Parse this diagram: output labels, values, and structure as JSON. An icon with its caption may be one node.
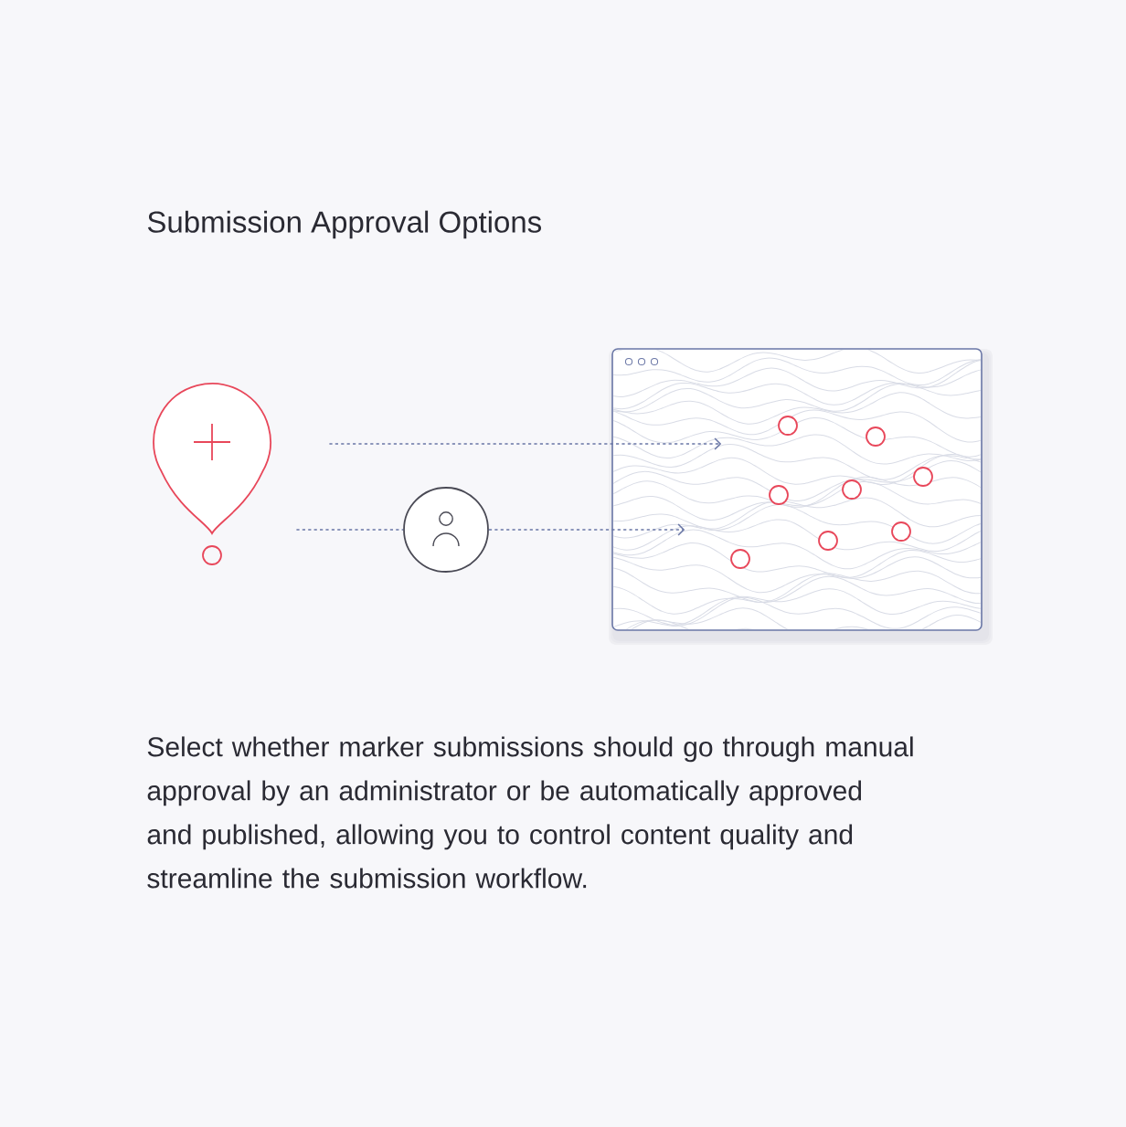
{
  "diagram": {
    "title": "Submission Approval Options",
    "caption": "Select whether marker submissions should go through manual approval by an administrator or be automatically approved and published, allowing you to control content quality and streamline the submission workflow.",
    "nodes": [
      {
        "text": [],
        "shape": "pin"
      },
      {
        "text": [],
        "shape": "person"
      },
      {
        "text": [],
        "shape": "picture"
      }
    ],
    "edges": [
      {
        "from": 0,
        "to": 2,
        "arrow": "to",
        "style": "dashed"
      },
      {
        "from": 0,
        "to": 1,
        "arrow": "none",
        "style": "dashed"
      },
      {
        "from": 1,
        "to": 2,
        "arrow": "to",
        "style": "dashed"
      }
    ]
  }
}
